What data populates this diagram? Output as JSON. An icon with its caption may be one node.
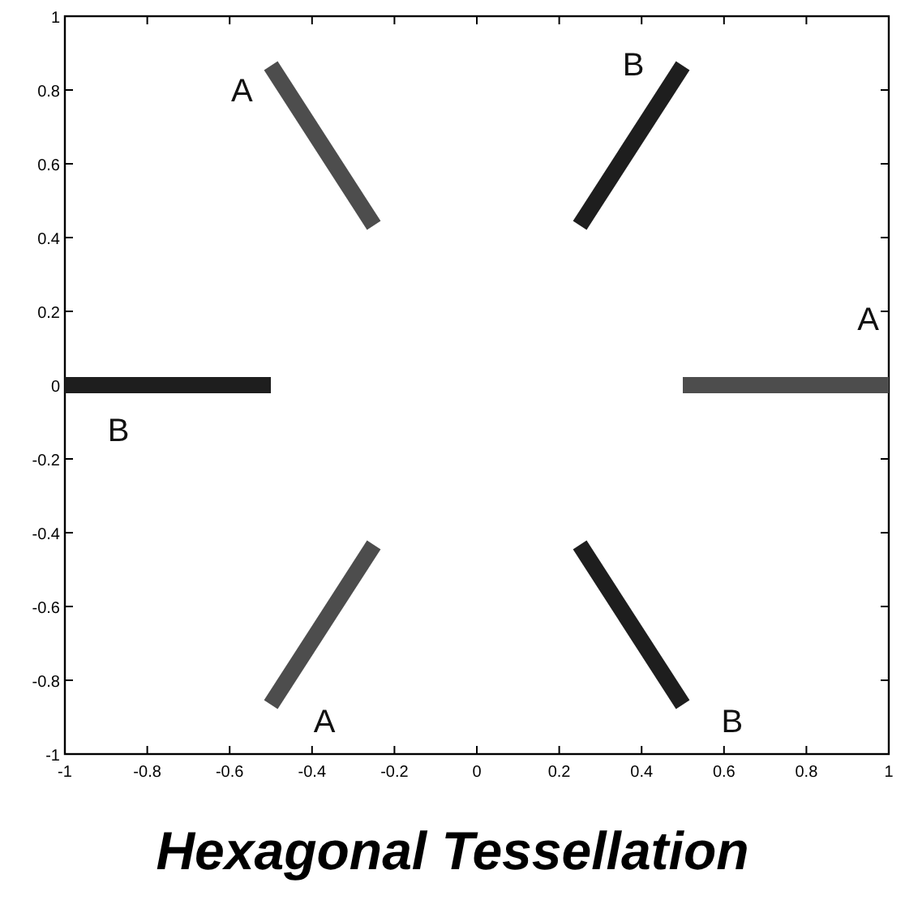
{
  "diagram": {
    "caption": "Hexagonal Tessellation",
    "chart_data": {
      "type": "line",
      "x": [
        -1,
        -0.5,
        -0.25,
        0.25,
        0.5,
        1
      ],
      "series": [
        {
          "color": "#1e1e1e",
          "values": [
            0,
            0,
            null,
            null,
            null,
            null
          ]
        },
        {
          "color": "#4d4d4d",
          "values": [
            null,
            0.866,
            0.433,
            null,
            null,
            null
          ]
        },
        {
          "color": "#4d4d4d",
          "values": [
            null,
            -0.866,
            -0.433,
            null,
            null,
            null
          ]
        },
        {
          "color": "#1e1e1e",
          "values": [
            null,
            null,
            null,
            0.433,
            0.866,
            null
          ]
        },
        {
          "color": "#1e1e1e",
          "values": [
            null,
            null,
            null,
            -0.433,
            -0.866,
            null
          ]
        },
        {
          "color": "#4d4d4d",
          "values": [
            null,
            null,
            null,
            null,
            0,
            0
          ]
        }
      ],
      "xlim": [
        -1,
        1
      ],
      "ylim": [
        -1,
        1
      ],
      "xticks": [
        -1,
        -0.8,
        -0.6,
        -0.4,
        -0.2,
        0,
        0.2,
        0.4,
        0.6,
        0.8,
        1
      ],
      "yticks": [
        -1,
        -0.8,
        -0.6,
        -0.4,
        -0.2,
        0,
        0.2,
        0.4,
        0.6,
        0.8,
        1
      ],
      "annotations": [
        "A",
        "B",
        "A",
        "B",
        "A",
        "B"
      ]
    }
  }
}
